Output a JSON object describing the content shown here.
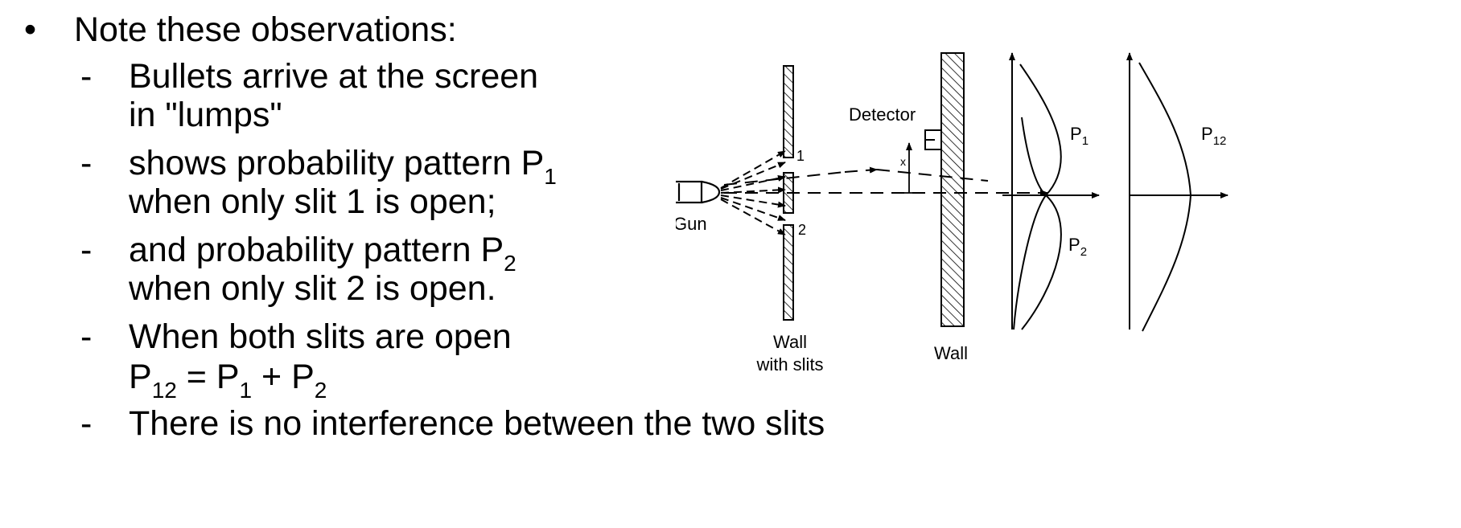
{
  "slide": {
    "bullet_marker": "•",
    "dash_marker": "-",
    "heading": "Note these observations:",
    "items": [
      {
        "line1": "Bullets arrive at the screen",
        "line2": "in \"lumps\""
      },
      {
        "line1_pre": "shows probability pattern P",
        "line1_sub": "1",
        "line2": "when only slit 1 is open;"
      },
      {
        "line1_pre": "and probability pattern P",
        "line1_sub": "2",
        "line2": "when only slit 2 is open."
      },
      {
        "line1": "When both slits are open",
        "eq_p": "P",
        "eq_p_sub": "12",
        "eq_eq": " = P",
        "eq_a_sub": "1",
        "eq_plus": " + P",
        "eq_b_sub": "2"
      },
      {
        "line1": "There is no interference between the two slits"
      }
    ]
  },
  "diagram": {
    "gun_label": "Gun",
    "wall_slits_label_1": "Wall",
    "wall_slits_label_2": "with slits",
    "slit_1_label": "1",
    "slit_2_label": "2",
    "detector_label": "Detector",
    "x_label": "x",
    "wall_label": "Wall",
    "p1_label": "P",
    "p1_sub": "1",
    "p2_label": "P",
    "p2_sub": "2",
    "p12_label": "P",
    "p12_sub": "12"
  }
}
